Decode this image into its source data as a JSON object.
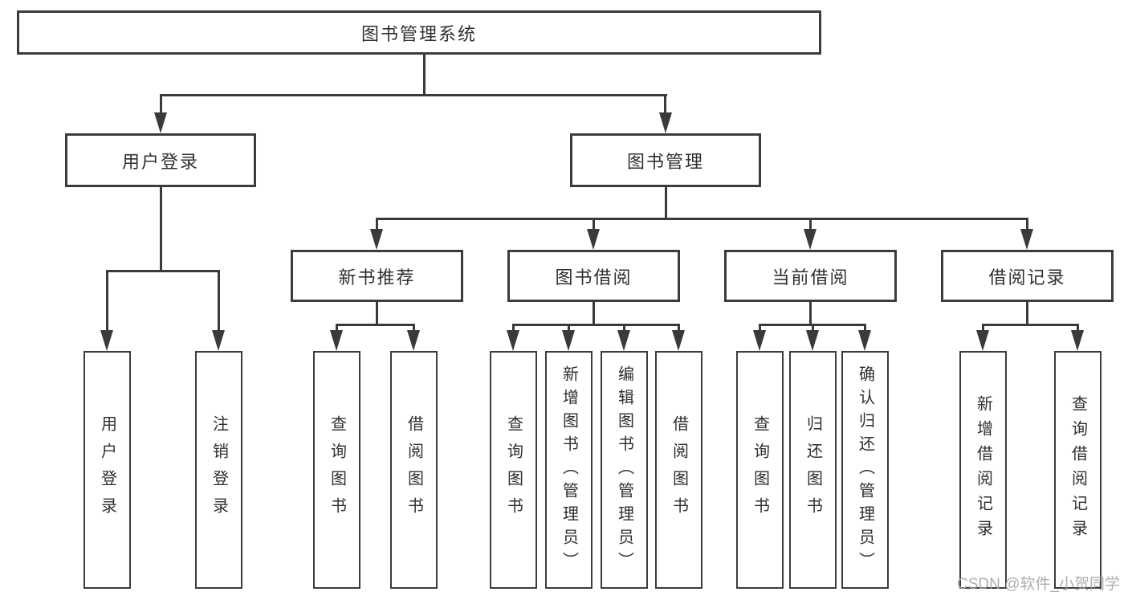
{
  "diagram": {
    "root": {
      "label": "图书管理系统"
    },
    "branches": [
      {
        "label": "用户登录",
        "children": [
          {
            "label": "用户登录"
          },
          {
            "label": "注销登录"
          }
        ]
      },
      {
        "label": "图书管理",
        "children": [
          {
            "label": "新书推荐",
            "children": [
              {
                "label": "查询图书"
              },
              {
                "label": "借阅图书"
              }
            ]
          },
          {
            "label": "图书借阅",
            "children": [
              {
                "label": "查询图书"
              },
              {
                "label": "新增图书（管理员）"
              },
              {
                "label": "编辑图书（管理员）"
              },
              {
                "label": "借阅图书"
              }
            ]
          },
          {
            "label": "当前借阅",
            "children": [
              {
                "label": "查询图书"
              },
              {
                "label": "归还图书"
              },
              {
                "label": "确认归还（管理员）"
              }
            ]
          },
          {
            "label": "借阅记录",
            "children": [
              {
                "label": "新增借阅记录"
              },
              {
                "label": "查询借阅记录"
              }
            ]
          }
        ]
      }
    ]
  },
  "watermark": {
    "text": "CSDN @软件_小贺同学",
    "color": "#a5a5a5"
  },
  "colors": {
    "background": "#ffffff",
    "box_border": "#3c3c3c",
    "connector_line": "#3a3a3a",
    "text": "#2f2f2f"
  }
}
